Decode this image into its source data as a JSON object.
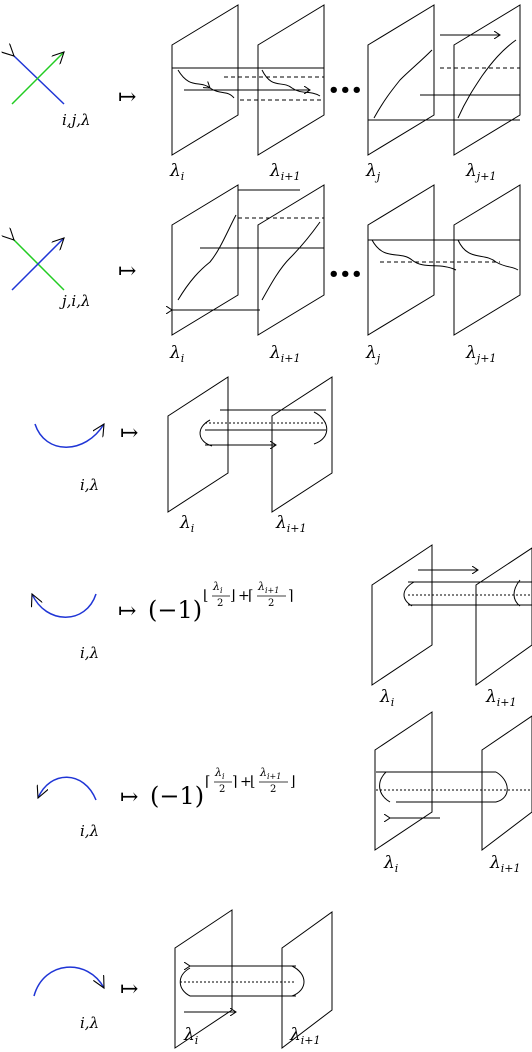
{
  "colors": {
    "line": "#000000",
    "blue": "#1f35d6",
    "green": "#22cc22"
  },
  "maps_to": "↦",
  "rows": [
    {
      "label": "i,j,λ",
      "planes": [
        {
          "base": "λ",
          "sub": "i"
        },
        {
          "base": "λ",
          "sub": "i+1"
        },
        {
          "base": "λ",
          "sub": "j"
        },
        {
          "base": "λ",
          "sub": "j+1"
        }
      ],
      "ellipsis": "•••"
    },
    {
      "label": "j,i,λ",
      "planes": [
        {
          "base": "λ",
          "sub": "i"
        },
        {
          "base": "λ",
          "sub": "i+1"
        },
        {
          "base": "λ",
          "sub": "j"
        },
        {
          "base": "λ",
          "sub": "j+1"
        }
      ],
      "ellipsis": "•••"
    },
    {
      "label": "i,λ",
      "planes": [
        {
          "base": "λ",
          "sub": "i"
        },
        {
          "base": "λ",
          "sub": "i+1"
        }
      ]
    },
    {
      "label": "i,λ",
      "planes": [
        {
          "base": "λ",
          "sub": "i"
        },
        {
          "base": "λ",
          "sub": "i+1"
        }
      ],
      "sign": {
        "base": "(−1)",
        "exp1_open": "⌊",
        "exp1_num": "λ",
        "exp1_num_sub": "i",
        "exp1_den": "2",
        "exp1_close": "⌋",
        "plus": "+",
        "exp2_open": "⌈",
        "exp2_num": "λ",
        "exp2_num_sub": "i+1",
        "exp2_den": "2",
        "exp2_close": "⌉"
      }
    },
    {
      "label": "i,λ",
      "planes": [
        {
          "base": "λ",
          "sub": "i"
        },
        {
          "base": "λ",
          "sub": "i+1"
        }
      ],
      "sign": {
        "base": "(−1)",
        "exp1_open": "⌈",
        "exp1_num": "λ",
        "exp1_num_sub": "i",
        "exp1_den": "2",
        "exp1_close": "⌉",
        "plus": "+",
        "exp2_open": "⌊",
        "exp2_num": "λ",
        "exp2_num_sub": "i+1",
        "exp2_den": "2",
        "exp2_close": "⌋"
      }
    },
    {
      "label": "i,λ",
      "planes": [
        {
          "base": "λ",
          "sub": "i"
        },
        {
          "base": "λ",
          "sub": "i+1"
        }
      ]
    }
  ]
}
